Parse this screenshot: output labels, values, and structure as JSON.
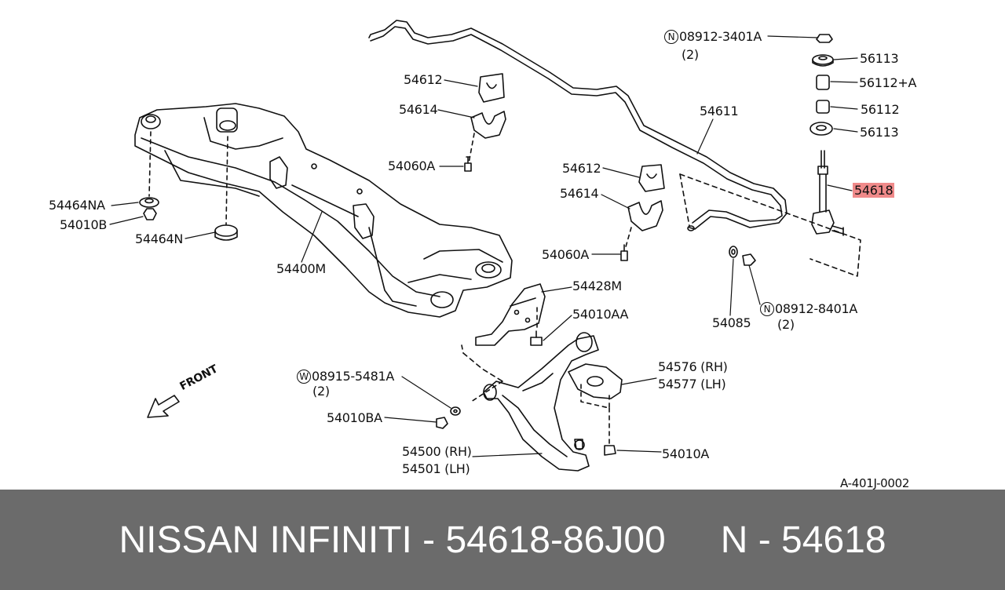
{
  "labels": {
    "p_08912_3401A": "08912-3401A",
    "p_08912_3401A_q": "(2)",
    "p_56113_top": "56113",
    "p_56112A": "56112+A",
    "p_56112": "56112",
    "p_56113_bot": "56113",
    "p_54611": "54611",
    "p_54618": "54618",
    "p_54612_a": "54612",
    "p_54614_a": "54614",
    "p_54060A_a": "54060A",
    "p_54612_b": "54612",
    "p_54614_b": "54614",
    "p_54060A_b": "54060A",
    "p_54464NA": "54464NA",
    "p_54010B": "54010B",
    "p_54464N": "54464N",
    "p_54400M": "54400M",
    "p_54428M": "54428M",
    "p_54010AA": "54010AA",
    "p_54085": "54085",
    "p_08912_8401A": "08912-8401A",
    "p_08912_8401A_q": "(2)",
    "p_54576": "54576 (RH)",
    "p_54577": "54577 (LH)",
    "p_08915_5481A": "08915-5481A",
    "p_08915_5481A_q": "(2)",
    "p_54010BA": "54010BA",
    "p_54500": "54500 (RH)",
    "p_54501": "54501 (LH)",
    "p_54010A": "54010A",
    "front": "FRONT",
    "diagram_code": "A-401J-0002",
    "circle_N": "N",
    "circle_W": "W"
  },
  "footer": {
    "left": "NISSAN INFINITI - 54618-86J00",
    "right": "N - 54618"
  },
  "colors": {
    "footer_bg": "#6b6b6b",
    "highlight": "#f08a8a"
  }
}
